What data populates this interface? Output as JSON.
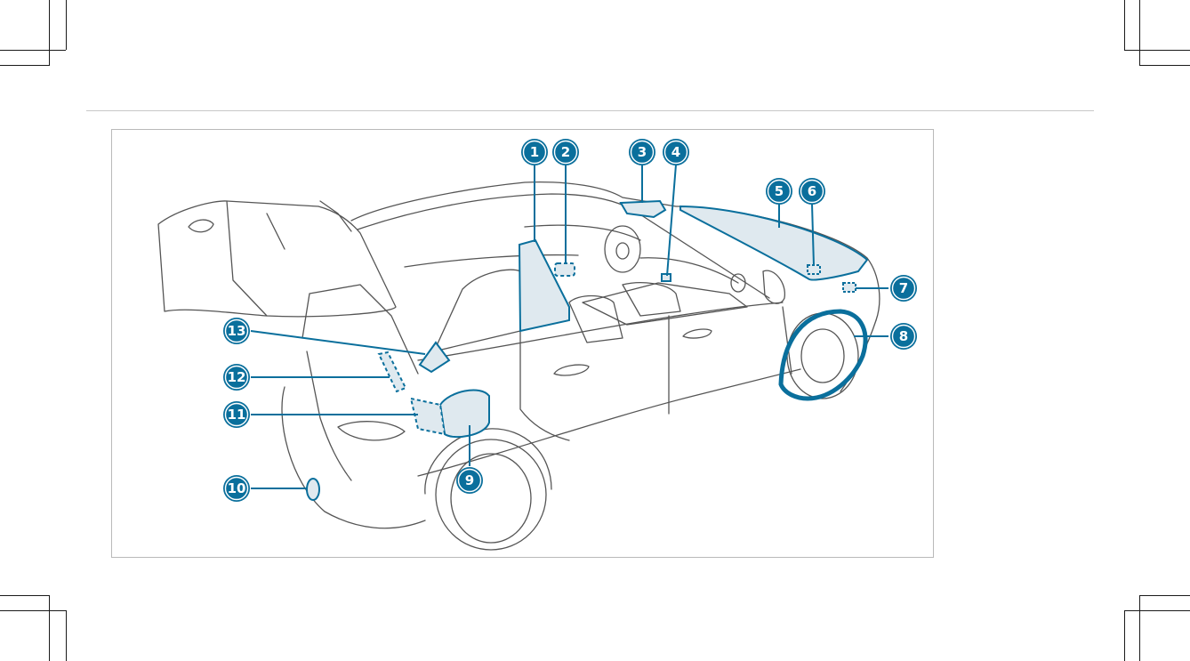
{
  "diagram": {
    "callouts": [
      {
        "id": "1",
        "label": "1"
      },
      {
        "id": "2",
        "label": "2"
      },
      {
        "id": "3",
        "label": "3"
      },
      {
        "id": "4",
        "label": "4"
      },
      {
        "id": "5",
        "label": "5"
      },
      {
        "id": "6",
        "label": "6"
      },
      {
        "id": "7",
        "label": "7"
      },
      {
        "id": "8",
        "label": "8"
      },
      {
        "id": "9",
        "label": "9"
      },
      {
        "id": "10",
        "label": "10"
      },
      {
        "id": "11",
        "label": "11"
      },
      {
        "id": "12",
        "label": "12"
      },
      {
        "id": "13",
        "label": "13"
      }
    ],
    "colors": {
      "accent": "#0a6f9c",
      "accent_fill": "#dfe9ef",
      "line": "#4a4a4a",
      "frame": "#b9b9b9"
    }
  }
}
